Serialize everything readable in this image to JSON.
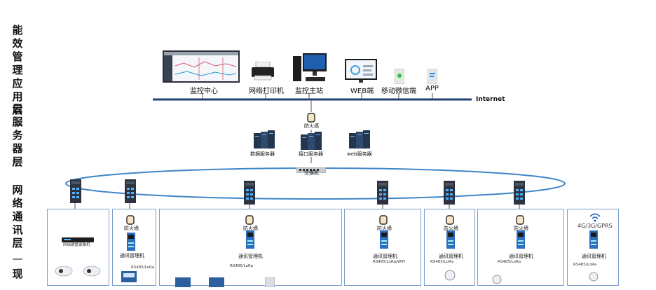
{
  "layers": {
    "app": "能效管理应用层",
    "sep1": "—",
    "cloud": "云服务器层",
    "sep2": "—",
    "network": "网络通讯层",
    "sep3": "—",
    "field": "现"
  },
  "top_devices": [
    {
      "label": "监控中心",
      "icon": "monitor-wall-icon"
    },
    {
      "label": "网络打印机",
      "icon": "printer-icon"
    },
    {
      "label": "监控主站",
      "icon": "workstation-icon"
    },
    {
      "label": "WEB端",
      "icon": "web-monitor-icon"
    },
    {
      "label": "移动微信端",
      "icon": "wechat-phone-icon"
    },
    {
      "label": "APP",
      "icon": "app-phone-icon"
    }
  ],
  "internet_label": "Internet",
  "firewall_top": "防火墙",
  "servers": [
    {
      "label": "数据服务器"
    },
    {
      "label": "接口服务器"
    },
    {
      "label": "web服务器"
    }
  ],
  "switch_label": "交换机",
  "panels": [
    {
      "title": "",
      "nvr": "网络硬盘录像机"
    },
    {
      "firewall": "防火墙",
      "mgr": "通讯管理机",
      "bus": "RS485/LoRa"
    },
    {
      "firewall": "防火墙",
      "mgr": "通讯管理机",
      "bus": "RS485/LoRa"
    },
    {
      "firewall": "防火墙",
      "mgr": "通讯管理机",
      "bus": "RS485/LoRa/WiFi"
    },
    {
      "firewall": "防火墙",
      "mgr": "通讯管理机",
      "bus": "RS485/LoRa"
    },
    {
      "firewall": "防火墙",
      "mgr": "通讯管理机",
      "bus": "RS485/LoRa"
    },
    {
      "wireless": "4G/3G/GPRS",
      "mgr": "通讯管理机",
      "bus": "RS485/LoRa"
    }
  ],
  "colors": {
    "backbone": "#1f3f73",
    "ring": "#3f86c7",
    "panel_border": "#7d9fc8",
    "firewall": "#d9a441"
  }
}
